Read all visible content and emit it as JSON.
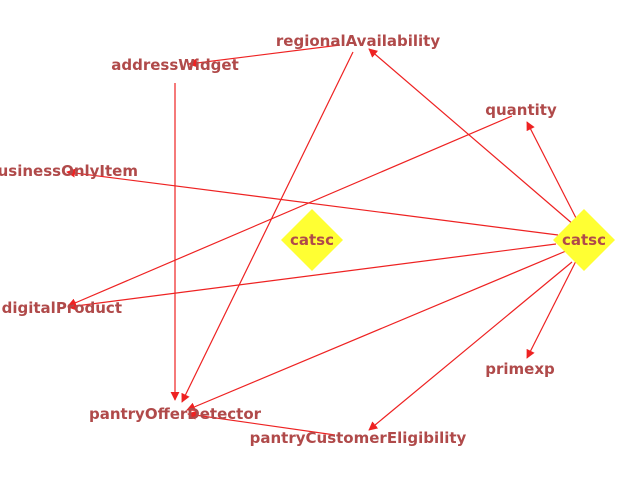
{
  "colors": {
    "node_text": "#b04a4a",
    "edge": "#ee2222",
    "diamond_fill": "#ffff33"
  },
  "nodes": {
    "regionalAvailability": "regionalAvailability",
    "addressWidget": "addressWidget",
    "quantity": "quantity",
    "businessOnlyItem": "businessOnlyItem",
    "catsc_center": "catsc",
    "catsc_right": "catsc",
    "digitalProduct": "digitalProduct",
    "primexp": "primexp",
    "pantryOfferDetector": "pantryOfferDetector",
    "pantryCustomerEligibility": "pantryCustomerEligibility"
  },
  "edges": [
    {
      "from": "regionalAvailability",
      "to": "addressWidget"
    },
    {
      "from": "regionalAvailability",
      "to": "pantryOfferDetector"
    },
    {
      "from": "addressWidget",
      "to": "pantryOfferDetector"
    },
    {
      "from": "quantity",
      "to": "digitalProduct"
    },
    {
      "from": "catsc_right",
      "to": "regionalAvailability"
    },
    {
      "from": "catsc_right",
      "to": "quantity"
    },
    {
      "from": "catsc_right",
      "to": "businessOnlyItem"
    },
    {
      "from": "catsc_right",
      "to": "digitalProduct"
    },
    {
      "from": "catsc_right",
      "to": "primexp"
    },
    {
      "from": "catsc_right",
      "to": "pantryOfferDetector"
    },
    {
      "from": "catsc_right",
      "to": "pantryCustomerEligibility"
    },
    {
      "from": "pantryCustomerEligibility",
      "to": "pantryOfferDetector"
    }
  ]
}
